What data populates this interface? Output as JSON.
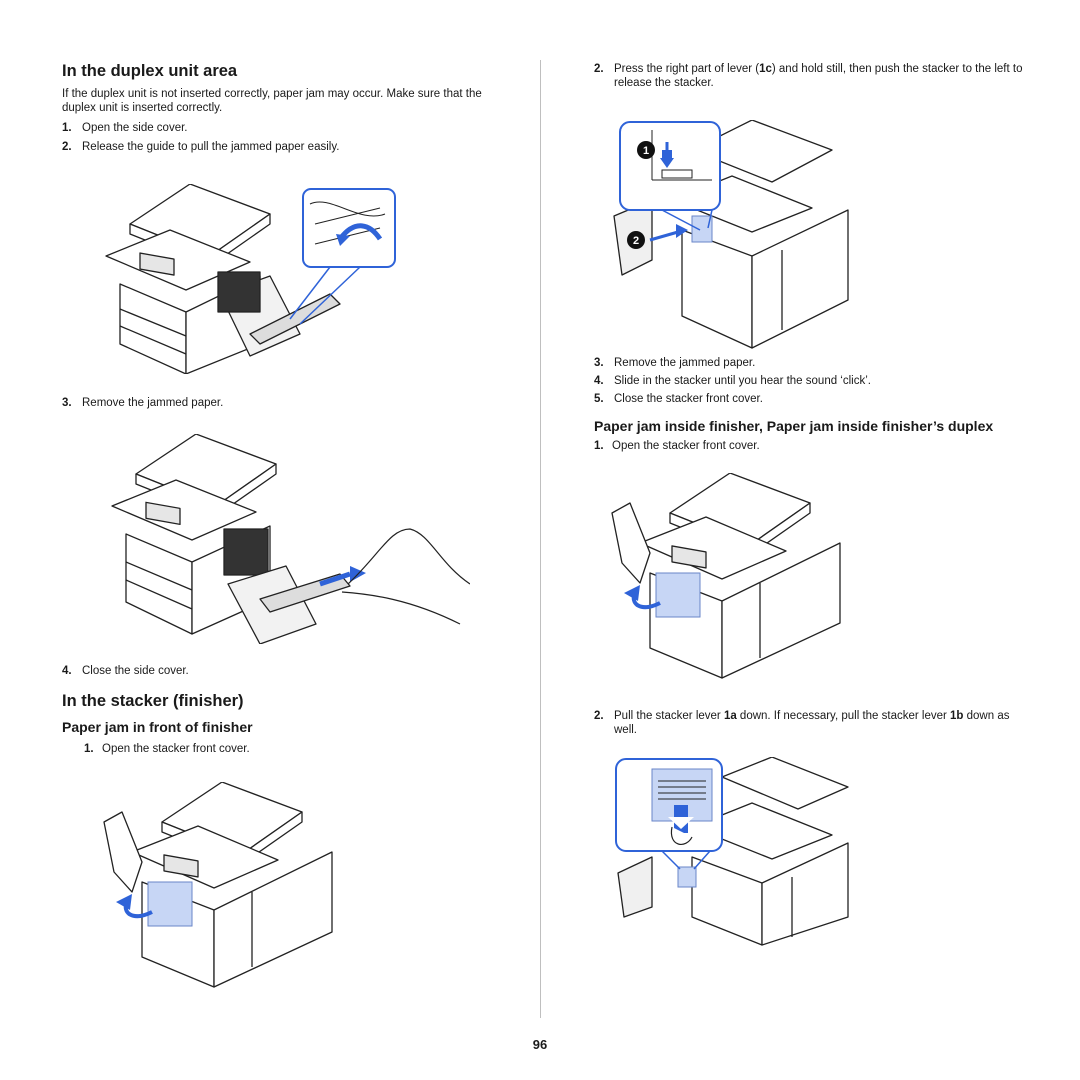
{
  "left": {
    "section1_title": "In the duplex unit area",
    "intro": "If the duplex unit is not inserted correctly, paper jam may occur. Make sure that the duplex unit is inserted correctly.",
    "steps_a": [
      {
        "num": "1.",
        "text": "Open the side cover."
      },
      {
        "num": "2.",
        "text": "Release the guide to pull the jammed paper easily."
      }
    ],
    "step3": {
      "num": "3.",
      "text": "Remove the jammed paper."
    },
    "step4": {
      "num": "4.",
      "text": "Close the side cover."
    },
    "section2_title": "In the stacker (finisher)",
    "sub_title": "Paper jam in front of finisher",
    "step_b1": {
      "num": "1.",
      "text": "Open the stacker front cover."
    }
  },
  "right": {
    "step2": {
      "num": "2.",
      "pre": "Press the right part of lever (",
      "bold": "1c",
      "post": ") and hold still, then push the stacker to the left to release the stacker."
    },
    "callout1": "1",
    "callout2": "2",
    "steps_c": [
      {
        "num": "3.",
        "text": "Remove the jammed paper."
      },
      {
        "num": "4.",
        "text": "Slide in the stacker until you hear the sound ‘click’."
      },
      {
        "num": "5.",
        "text": "Close the stacker front cover."
      }
    ],
    "sub_title": "Paper jam inside finisher, Paper jam inside finisher’s duplex",
    "step_d1": {
      "num": "1.",
      "text": "Open the stacker front cover."
    },
    "step_d2": {
      "num": "2.",
      "pre": "Pull the stacker lever ",
      "bold1": "1a",
      "mid": " down. If necessary, pull the stacker lever ",
      "bold2": "1b",
      "post": " down as well."
    }
  },
  "page_number": "96",
  "colors": {
    "callout_blue": "#2f63d8",
    "highlight_blue": "#c7d6f5",
    "text": "#1a1a1a"
  }
}
